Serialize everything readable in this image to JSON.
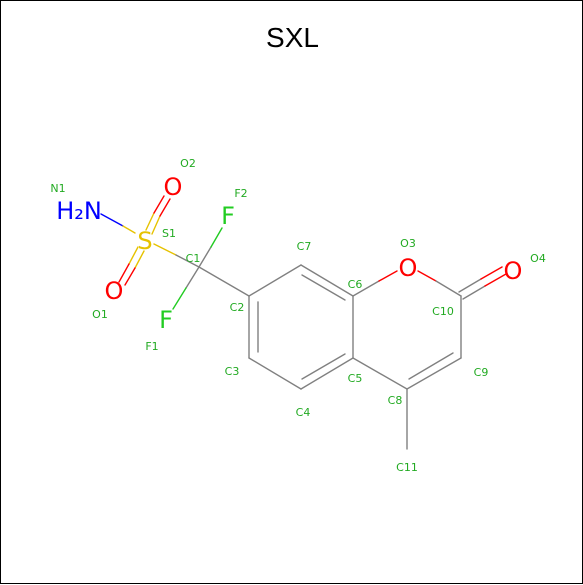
{
  "title": "SXL",
  "colors": {
    "bond": "#808080",
    "carbon_label": "#22aa22",
    "nitrogen": "#0000ff",
    "oxygen": "#ff0000",
    "sulfur": "#e6c200",
    "fluorine": "#22cc22"
  },
  "atom_symbols": {
    "n1": "H₂N",
    "o1": "O",
    "o2": "O",
    "s1": "S",
    "f1": "F",
    "f2": "F",
    "o3": "O",
    "o4": "O"
  },
  "atom_labels": {
    "n1": "N1",
    "o1": "O1",
    "o2": "O2",
    "s1": "S1",
    "c1": "C1",
    "f1": "F1",
    "f2": "F2",
    "c2": "C2",
    "c3": "C3",
    "c4": "C4",
    "c5": "C5",
    "c6": "C6",
    "c7": "C7",
    "o3": "O3",
    "c8": "C8",
    "c9": "C9",
    "c10": "C10",
    "o4": "O4",
    "c11": "C11"
  }
}
